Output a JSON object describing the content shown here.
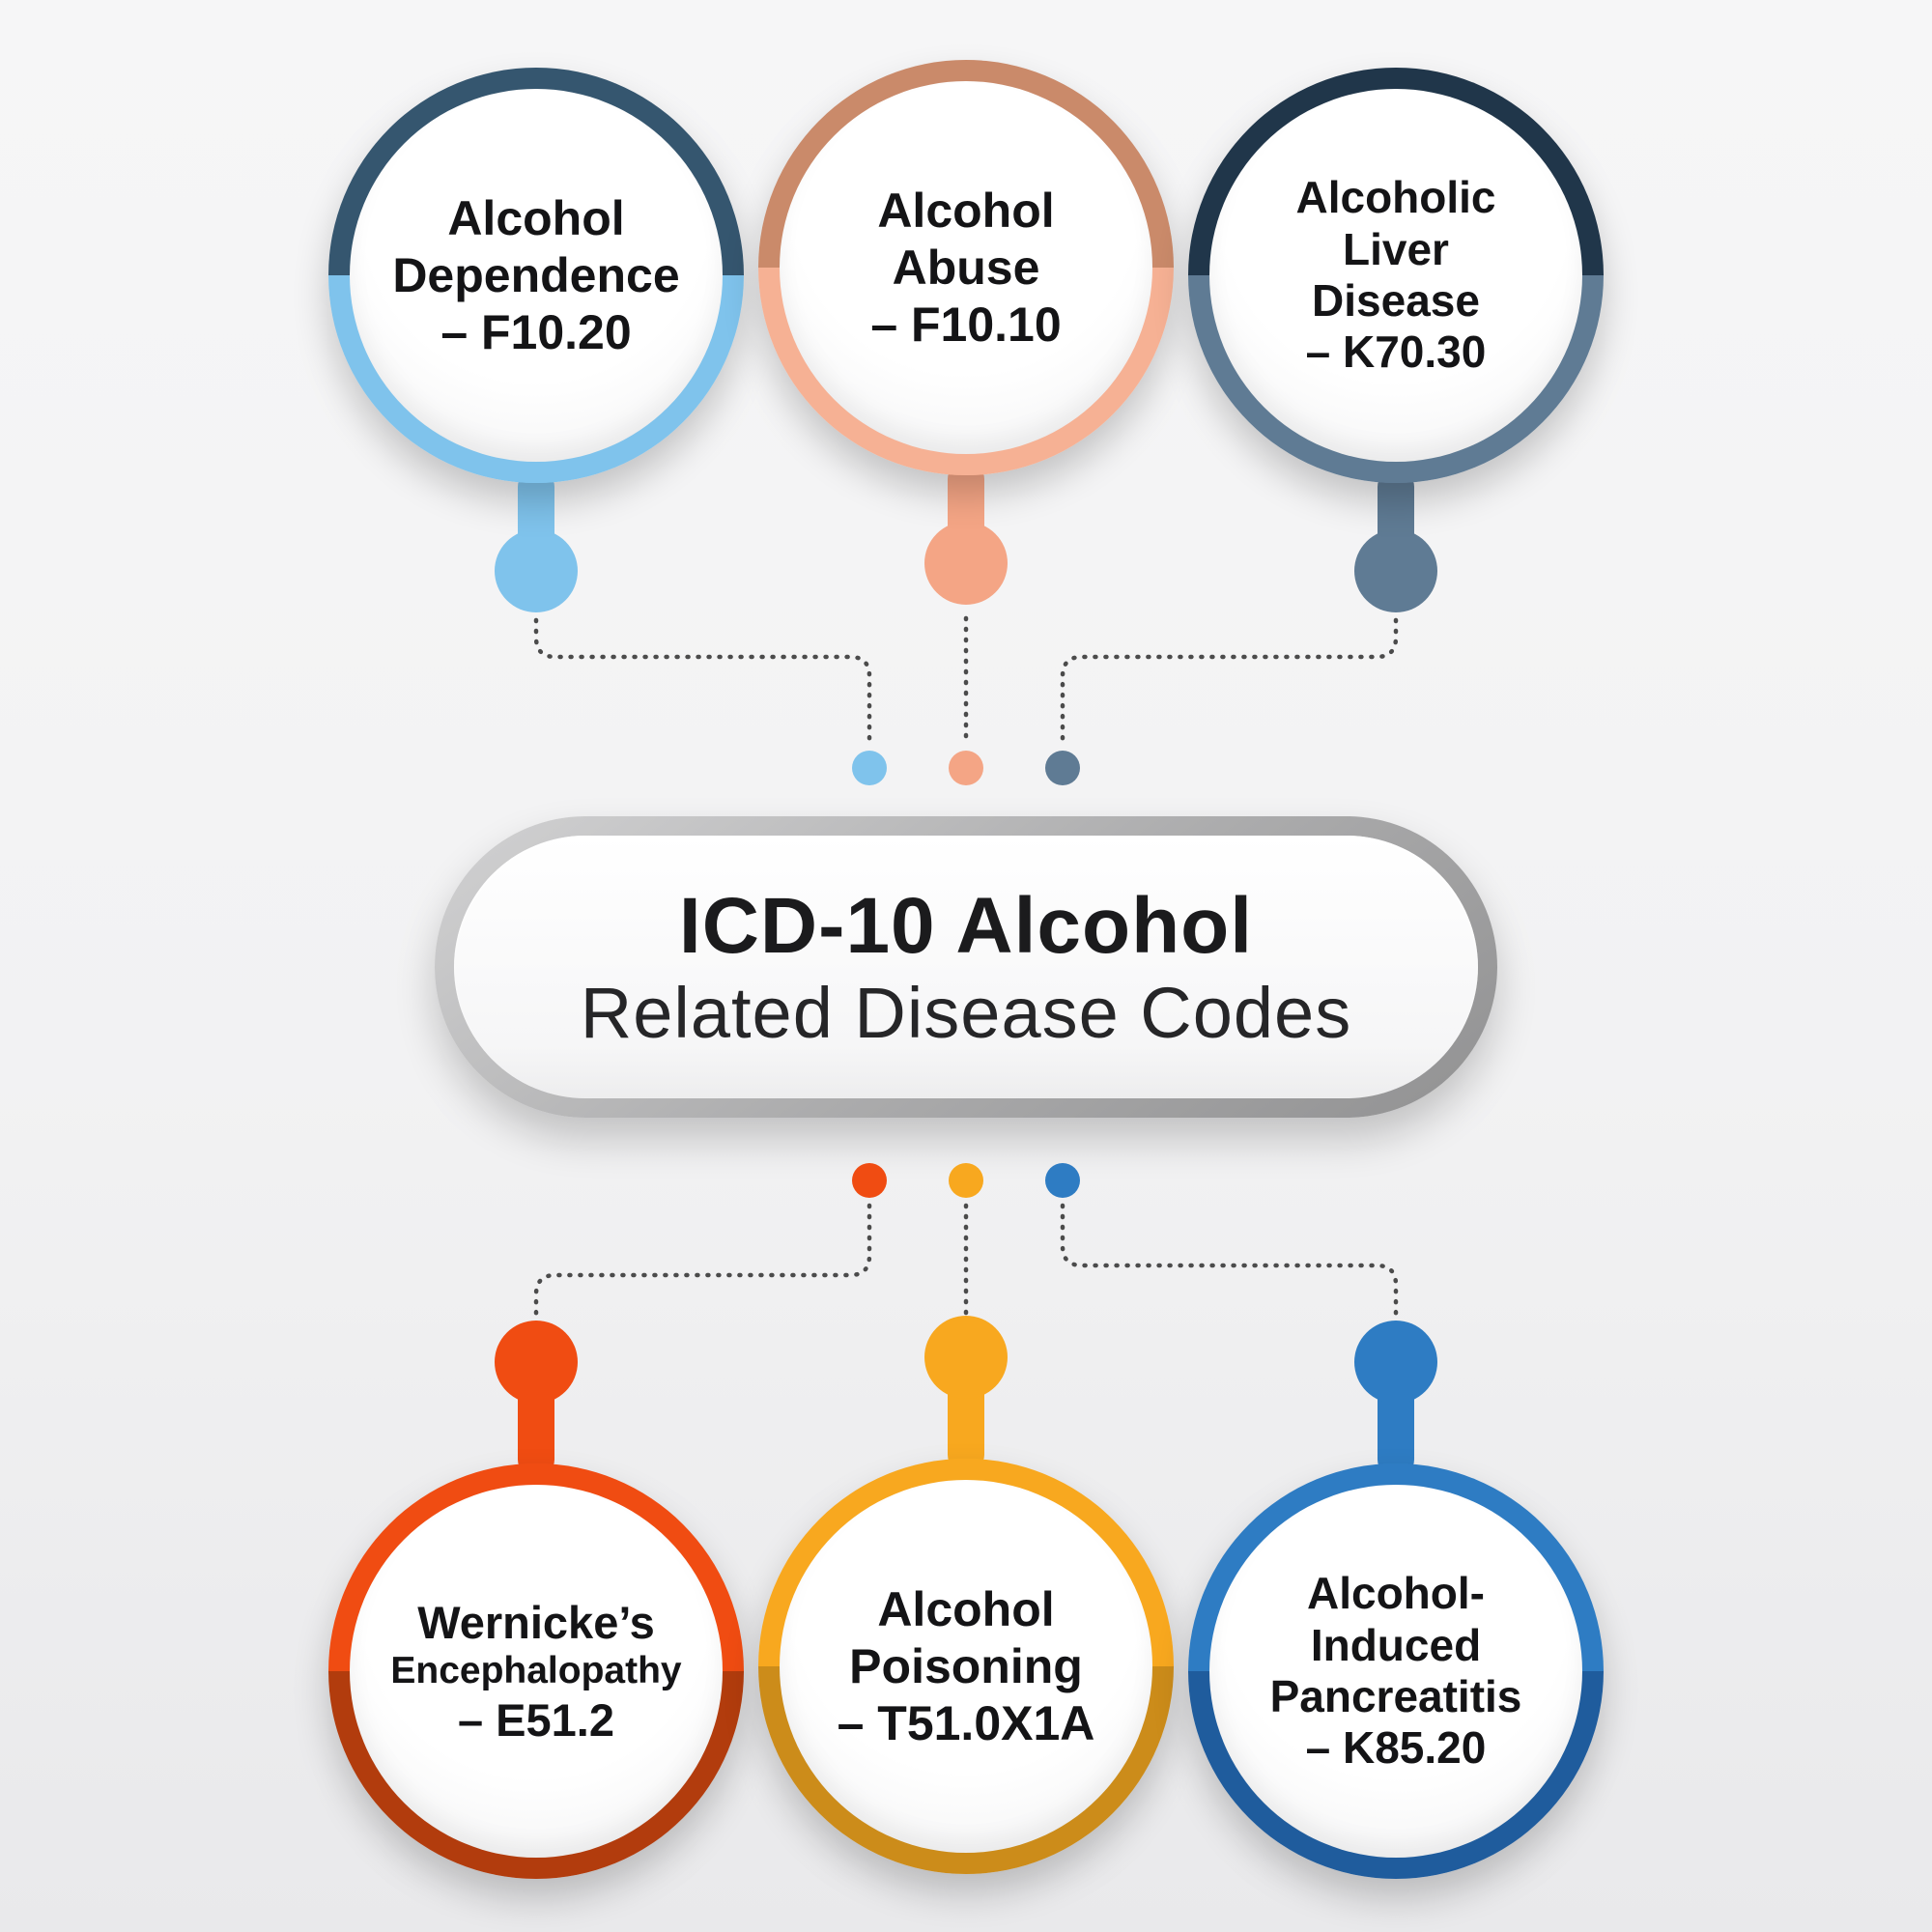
{
  "page": {
    "background": "#f2f2f3",
    "connector_color": "#4b4b4b"
  },
  "center_pill": {
    "title_line1": "ICD-10 Alcohol",
    "title_line2": "Related Disease Codes",
    "ring_color": "#ababac"
  },
  "top_nodes": [
    {
      "id": "alcohol-dependence",
      "lines": [
        "Alcohol",
        "Dependence",
        "– F10.20"
      ],
      "ring_top": "#35566f",
      "ring_bottom": "#7fc3ec",
      "accent": "#7fc3ec"
    },
    {
      "id": "alcohol-abuse",
      "lines": [
        "Alcohol",
        "Abuse",
        "– F10.10"
      ],
      "ring_top": "#ca8a6a",
      "ring_bottom": "#f6b194",
      "accent": "#f4a585"
    },
    {
      "id": "alcoholic-liver-disease",
      "lines": [
        "Alcoholic",
        "Liver",
        "Disease",
        "– K70.30"
      ],
      "ring_top": "#20364a",
      "ring_bottom": "#5f7b94",
      "accent": "#5f7b94"
    }
  ],
  "bottom_nodes": [
    {
      "id": "wernickes-encephalopathy",
      "lines": [
        "Wernicke’s",
        "Encephalopathy",
        "– E51.2"
      ],
      "ring_top": "#f04c12",
      "ring_bottom": "#b23c0d",
      "accent": "#f04c12"
    },
    {
      "id": "alcohol-poisoning",
      "lines": [
        "Alcohol",
        "Poisoning",
        "– T51.0X1A"
      ],
      "ring_top": "#f8a81f",
      "ring_bottom": "#cc8c1a",
      "accent": "#f8a81f"
    },
    {
      "id": "alcohol-induced-pancreatitis",
      "lines": [
        "Alcohol-",
        "Induced",
        "Pancreatitis",
        "– K85.20"
      ],
      "ring_top": "#2e7cc3",
      "ring_bottom": "#1f5c9d",
      "accent": "#2e7cc3"
    }
  ]
}
